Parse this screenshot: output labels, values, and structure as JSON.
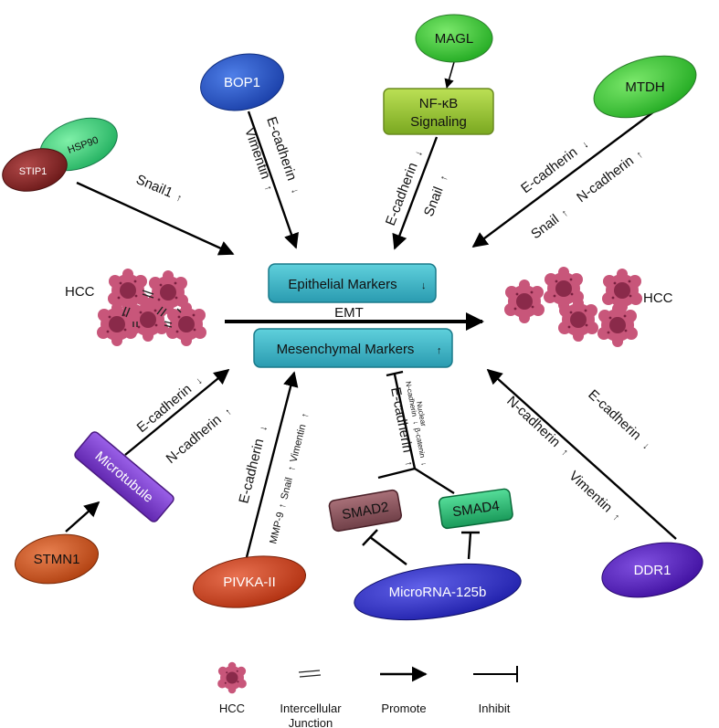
{
  "nodes": {
    "magl": "MAGL",
    "nfkb_line1": "NF-κB",
    "nfkb_line2": "Signaling",
    "bop1": "BOP1",
    "mtdh": "MTDH",
    "hsp90": "HSP90",
    "stip1": "STIP1",
    "epithelial": "Epithelial Markers",
    "mesenchymal": "Mesenchymal Markers",
    "emt": "EMT",
    "hcc_left": "HCC",
    "hcc_right": "HCC",
    "microtubule": "Microtubule",
    "stmn1": "STMN1",
    "pivka": "PIVKA-II",
    "smad2": "SMAD2",
    "smad4": "SMAD4",
    "microrna": "MicroRNA-125b",
    "ddr1": "DDR1"
  },
  "edge_labels": {
    "bop1_ecad": "E-cadherin",
    "bop1_vim": "Vimentin",
    "nfkb_ecad": "E-cadherin",
    "nfkb_snail": "Snail",
    "mtdh_ecad": "E-cadherin",
    "mtdh_snail": "Snail",
    "mtdh_ncad": "N-cadherin",
    "hsp_snail1": "Snail1",
    "micro_ecad": "E-cadherin",
    "micro_ncad": "N-cadherin",
    "pivka_ecad": "E-cadherin",
    "pivka_mmp9": "MMP-9",
    "pivka_snail": "Snail",
    "pivka_vim": "Vimentin",
    "smad_ecad": "E-cadherin",
    "smad_ncad": "N-cadherin",
    "smad_nuclear": "Nuclear",
    "smad_bcat": "β-catenin",
    "ddr1_ncad": "N-cadherin",
    "ddr1_vim": "Vimentin",
    "ddr1_ecad": "E-cadherin"
  },
  "legend": {
    "hcc": "HCC",
    "junction_line1": "Intercellular",
    "junction_line2": "Junction",
    "promote": "Promote",
    "inhibit": "Inhibit"
  },
  "colors": {
    "bop1": "#1f4fc4",
    "green_node": "#33cc33",
    "nfkb": "#99cc33",
    "hsp90": "#33cc77",
    "stip1": "#8a2a2a",
    "marker_box": "#3bb5c5",
    "microtubule": "#7a3ccc",
    "stmn1": "#cc5522",
    "pivka": "#cc4422",
    "smad2": "#8a5560",
    "smad4": "#2bbb77",
    "microrna": "#3333cc",
    "ddr1": "#5522bb",
    "hcc_cell": "#c0506a"
  }
}
